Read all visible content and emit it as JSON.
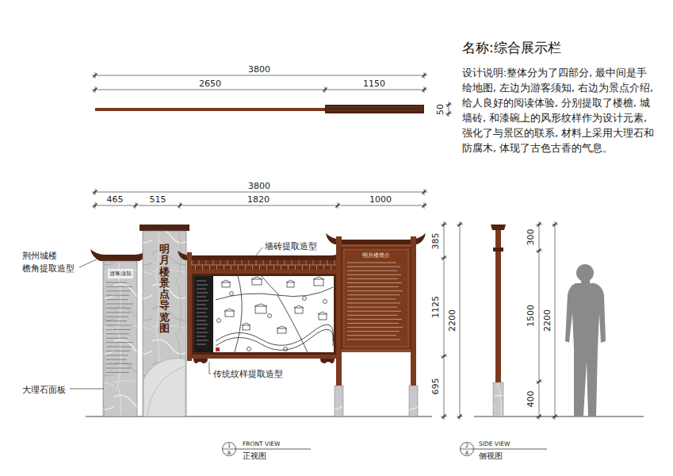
{
  "diagram": {
    "title": "名称:综合展示栏",
    "nodes": [
      {
        "text": [
          "游客须知"
        ]
      },
      {
        "text": [
          "明月楼景点导览图"
        ]
      },
      {
        "text": [
          "明月楼简介"
        ]
      },
      {
        "text": [
          "1",
          "A"
        ]
      },
      {
        "text": [
          "2",
          "A"
        ]
      }
    ],
    "labels": [
      "设计说明:整体分为了四部分, 最中间是手绘地图, 左边为游客须知, 右边为景点介绍, 给人良好的阅读体验, 分别提取了楼檐, 城墙砖, 和漆碗上的风形纹样作为设计元素, 强化了与景区的联系, 材料上采用大理石和防腐木, 体现了古色古香的气息。",
      "3800",
      "2650",
      "1150",
      "50",
      "3800",
      "465",
      "515",
      "1820",
      "1000",
      "荆州城楼 檐角提取造型",
      "墙砖提取造型",
      "大理石面板",
      "传统纹样提取造型",
      "385",
      "1125",
      "695",
      "2200",
      "300",
      "1500",
      "400",
      "2200",
      "FRONT VIEW",
      "正视图",
      "SIDE VIEW",
      "侧视图"
    ]
  }
}
